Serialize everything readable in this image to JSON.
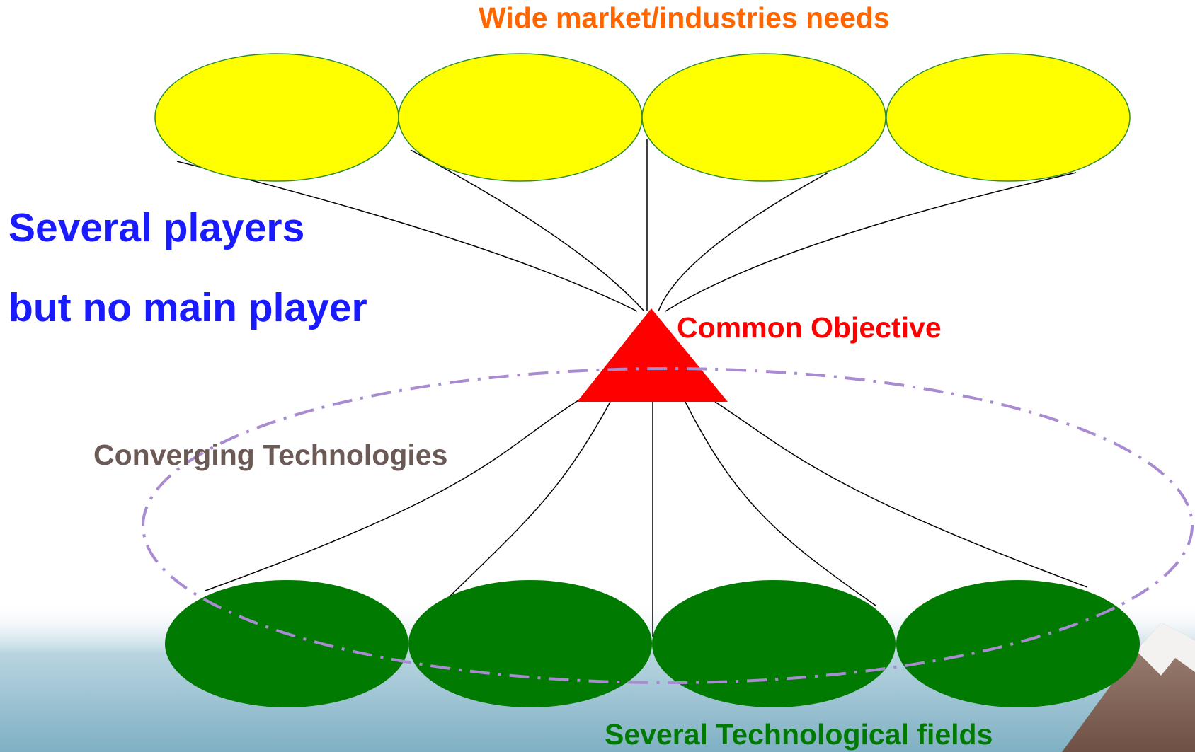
{
  "colors": {
    "market_fill": "#ffff00",
    "market_stroke": "#2e8b2e",
    "tech_fill": "#007a00",
    "objective_fill": "#ff0000",
    "connector": "#000000",
    "convergence_ring": "#a88bd0",
    "sea_top": "#ffffff",
    "sea_mid": "#b8d4e0",
    "sea_bottom": "#7fb0c4",
    "mountain_body": "#8a6a5a",
    "mountain_snow": "#f4f1f1"
  },
  "labels": {
    "top_title": "Wide market/industries needs",
    "players_line1": "Several players",
    "players_line2": "but no main player",
    "common_objective": "Common Objective",
    "converging": "Converging Technologies",
    "bottom_title": "Several Technological fields"
  },
  "label_colors": {
    "top_title": "#ff6600",
    "players": "#1a1aff",
    "common_objective": "#ff0000",
    "converging": "#6b5a55",
    "bottom_title": "#007a00"
  }
}
